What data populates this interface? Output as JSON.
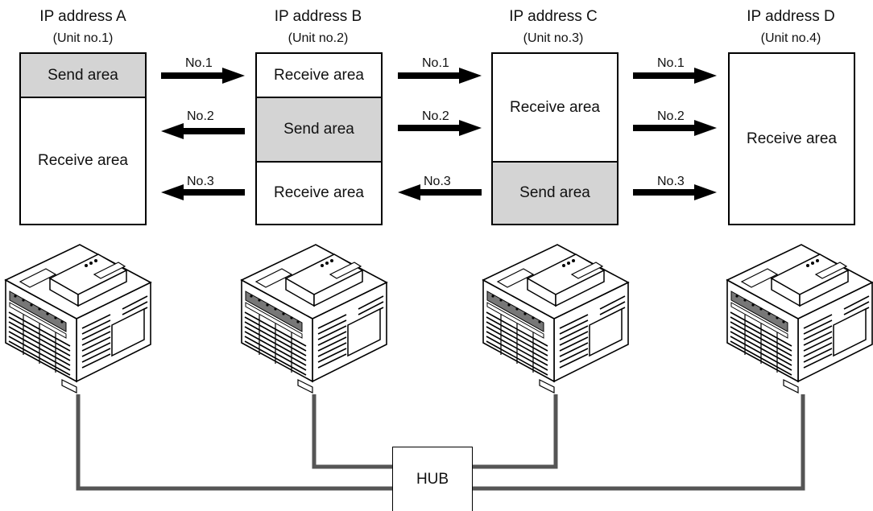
{
  "units": [
    {
      "title": "IP address A",
      "subtitle": "(Unit no.1)",
      "areas": [
        {
          "label": "Send area",
          "kind": "send"
        },
        {
          "label": "Receive area",
          "kind": "receive"
        }
      ]
    },
    {
      "title": "IP address B",
      "subtitle": "(Unit no.2)",
      "areas": [
        {
          "label": "Receive area",
          "kind": "receive"
        },
        {
          "label": "Send area",
          "kind": "send"
        },
        {
          "label": "Receive area",
          "kind": "receive"
        }
      ]
    },
    {
      "title": "IP address C",
      "subtitle": "(Unit no.3)",
      "areas": [
        {
          "label": "Receive area",
          "kind": "receive"
        },
        {
          "label": "Send area",
          "kind": "send"
        }
      ]
    },
    {
      "title": "IP address D",
      "subtitle": "(Unit no.4)",
      "areas": [
        {
          "label": "Receive area",
          "kind": "receive"
        }
      ]
    }
  ],
  "arrows": [
    {
      "label": "No.1",
      "direction": "right"
    },
    {
      "label": "No.2",
      "direction": "left"
    },
    {
      "label": "No.3",
      "direction": "left"
    },
    {
      "label": "No.1",
      "direction": "right"
    },
    {
      "label": "No.2",
      "direction": "right"
    },
    {
      "label": "No.3",
      "direction": "left"
    },
    {
      "label": "No.1",
      "direction": "right"
    },
    {
      "label": "No.2",
      "direction": "right"
    },
    {
      "label": "No.3",
      "direction": "right"
    }
  ],
  "hub": {
    "label": "HUB"
  },
  "colors": {
    "send_fill": "#d4d4d4",
    "cable": "#555555",
    "device_body": "#ffffff",
    "outline": "#000000"
  }
}
